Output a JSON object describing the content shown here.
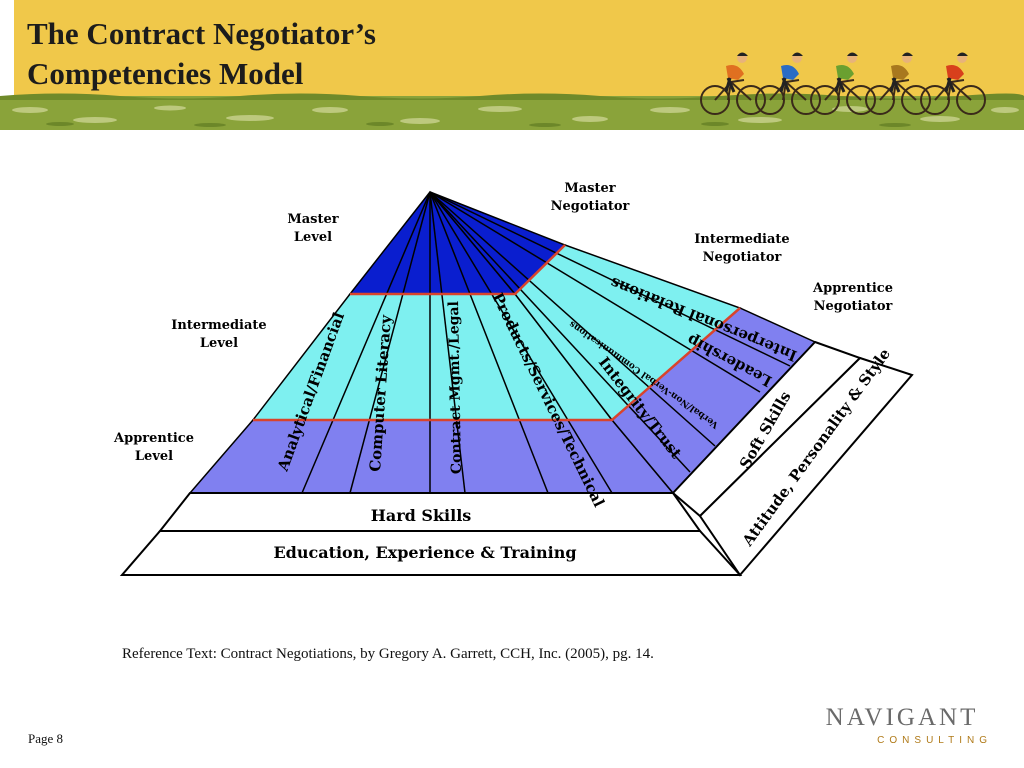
{
  "slide": {
    "title_line1": "The Contract Negotiator’s",
    "title_line2": "Competencies Model",
    "reference": "Reference Text:  Contract Negotiations, by Gregory A. Garrett, CCH, Inc. (2005), pg. 14.",
    "page": "Page 8"
  },
  "logo": {
    "name": "NAVIGANT",
    "sub": "CONSULTING"
  },
  "colors": {
    "banner": "#f0c84a",
    "grass": "#8aa33a",
    "pyramid_dark": "#0a1ecf",
    "pyramid_light": "#7ef0f0",
    "pyramid_mid": "#8080f0",
    "level_line": "#d9442c"
  },
  "decor": {
    "cyclist_icon": "cyclist-icon",
    "cyclist_count": 5
  },
  "diagram": {
    "level_labels": {
      "master": [
        "Master",
        "Level"
      ],
      "intermediate": [
        "Intermediate",
        "Level"
      ],
      "apprentice": [
        "Apprentice",
        "Level"
      ]
    },
    "negotiator_labels": {
      "master": [
        "Master",
        "Negotiator"
      ],
      "intermediate": [
        "Intermediate",
        "Negotiator"
      ],
      "apprentice": [
        "Apprentice",
        "Negotiator"
      ]
    },
    "hard_skill_columns": [
      "Analytical/Financial",
      "Computer Literacy",
      "Contract Mgmt./Legal",
      "Products/Services/Technical"
    ],
    "soft_skill_columns": [
      "Interpersonal Relations",
      "Leadership",
      "Verbal/Non-Verbal Communications",
      "Integrity/Trust"
    ],
    "bands": {
      "hard_skills": "Hard Skills",
      "education": "Education, Experience & Training",
      "soft_skills": "Soft Skills",
      "attitude": "Attitude, Personality & Style"
    }
  }
}
